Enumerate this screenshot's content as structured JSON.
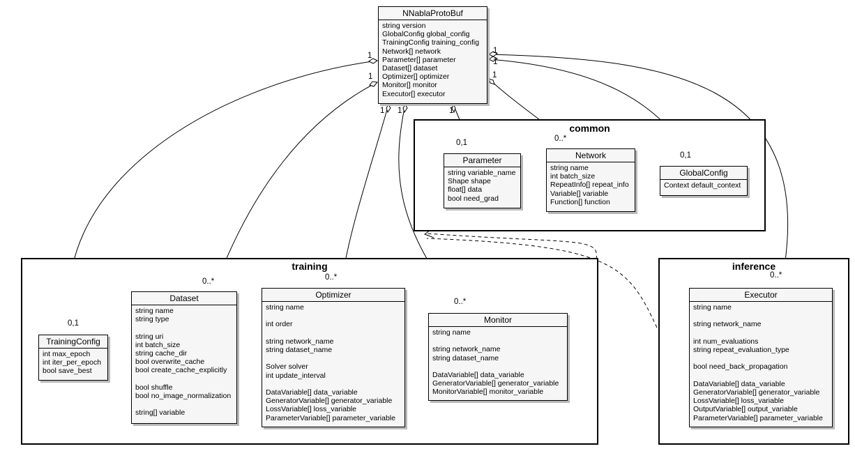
{
  "packages": {
    "common": "common",
    "training": "training",
    "inference": "inference"
  },
  "classes": {
    "root": {
      "name": "NNablaProtoBuf",
      "attributes": [
        "string version",
        "GlobalConfig global_config",
        "TrainingConfig training_config",
        "Network[] network",
        "Parameter[] parameter",
        "Dataset[] dataset",
        "Optimizer[] optimizer",
        "Monitor[] monitor",
        "Executor[] executor"
      ]
    },
    "parameter": {
      "name": "Parameter",
      "attributes": [
        "string variable_name",
        "Shape shape",
        "float[] data",
        "bool need_grad"
      ]
    },
    "network": {
      "name": "Network",
      "attributes": [
        "string name",
        "int batch_size",
        "RepeatInfo[] repeat_info",
        "Variable[] variable",
        "Function[] function"
      ]
    },
    "global_config": {
      "name": "GlobalConfig",
      "attributes": [
        "Context default_context"
      ]
    },
    "training_config": {
      "name": "TrainingConfig",
      "attributes": [
        "int max_epoch",
        "int iter_per_epoch",
        "bool save_best"
      ]
    },
    "dataset": {
      "name": "Dataset",
      "attributes": [
        "string name",
        "string type",
        "",
        "string uri",
        "int batch_size",
        "string cache_dir",
        "bool overwrite_cache",
        "bool create_cache_explicitly",
        "",
        "bool shuffle",
        "bool no_image_normalization",
        "",
        "string[] variable"
      ]
    },
    "optimizer": {
      "name": "Optimizer",
      "attributes": [
        "string name",
        "",
        "int order",
        "",
        "string network_name",
        "string dataset_name",
        "",
        "Solver solver",
        "int update_interval",
        "",
        "DataVariable[] data_variable",
        "GeneratorVariable[] generator_variable",
        "LossVariable[] loss_variable",
        "ParameterVariable[] parameter_variable"
      ]
    },
    "monitor": {
      "name": "Monitor",
      "attributes": [
        "string name",
        "",
        "string network_name",
        "string dataset_name",
        "",
        "DataVariable[] data_variable",
        "GeneratorVariable[] generator_variable",
        "MonitorVariable[] monitor_variable"
      ]
    },
    "executor": {
      "name": "Executor",
      "attributes": [
        "string name",
        "",
        "string network_name",
        "",
        "int num_evaluations",
        "string repeat_evaluation_type",
        "",
        "bool need_back_propagation",
        "",
        "DataVariable[] data_variable",
        "GeneratorVariable[] generator_variable",
        "LossVariable[] loss_variable",
        "OutputVariable[] output_variable",
        "ParameterVariable[] parameter_variable"
      ]
    }
  },
  "multiplicities": {
    "training_config_src": "1",
    "training_config_dst": "0,1",
    "dataset_src": "1",
    "dataset_dst": "0..*",
    "optimizer_src": "1",
    "optimizer_dst": "0..*",
    "monitor_src": "1",
    "monitor_dst": "0..*",
    "parameter_src": "1",
    "parameter_dst": "0,1",
    "network_src": "1",
    "network_dst": "0..*",
    "global_config_src": "1",
    "global_config_dst": "0,1",
    "executor_src": "1",
    "executor_dst": "0..*"
  }
}
